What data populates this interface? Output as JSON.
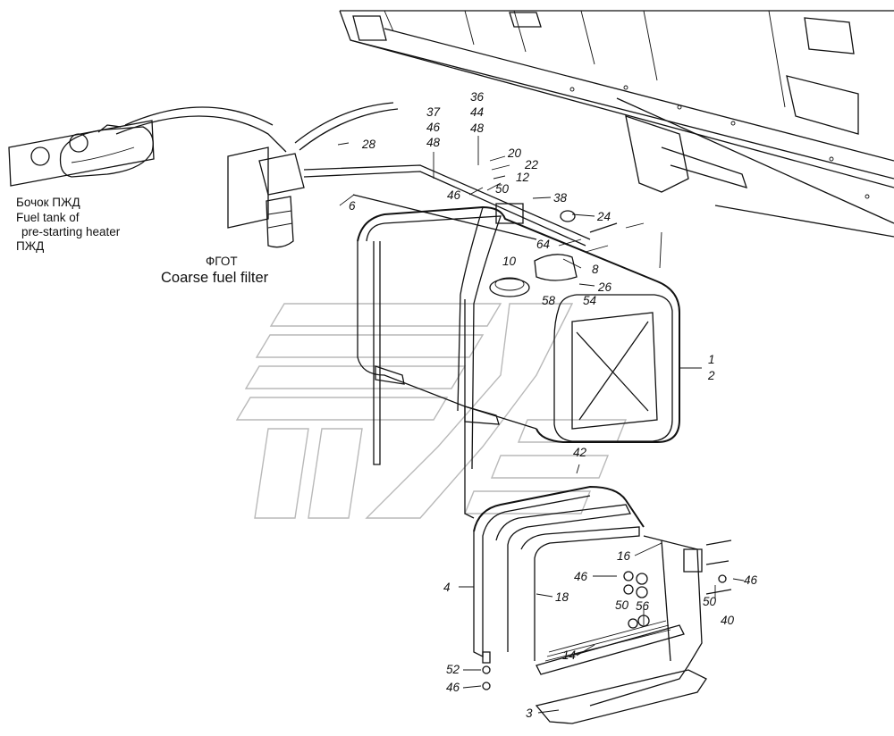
{
  "captions": {
    "heater_tank_ru": "Бочок ПЖД",
    "heater_tank_en_1": "Fuel tank of",
    "heater_tank_en_2": "pre-starting heater",
    "heater_tank_ru_2": "ПЖД",
    "filter_ru": "ФГОТ",
    "filter_en": "Coarse fuel filter"
  },
  "callouts": {
    "c36": "36",
    "c44": "44",
    "c48a": "48",
    "c37": "37",
    "c46a": "46",
    "c48b": "48",
    "c28": "28",
    "c20": "20",
    "c22": "22",
    "c12": "12",
    "c50a": "50",
    "c46b": "46",
    "c38": "38",
    "c6": "6",
    "c24": "24",
    "c64": "64",
    "c10": "10",
    "c8": "8",
    "c26": "26",
    "c58": "58",
    "c54": "54",
    "c1": "1",
    "c2": "2",
    "c42": "42",
    "c16": "16",
    "c46c": "46",
    "c46d": "46",
    "c4": "4",
    "c18": "18",
    "c50b": "50",
    "c56": "56",
    "c50c": "50",
    "c40": "40",
    "c14": "14",
    "c52": "52",
    "c46e": "46",
    "c3": "3"
  }
}
